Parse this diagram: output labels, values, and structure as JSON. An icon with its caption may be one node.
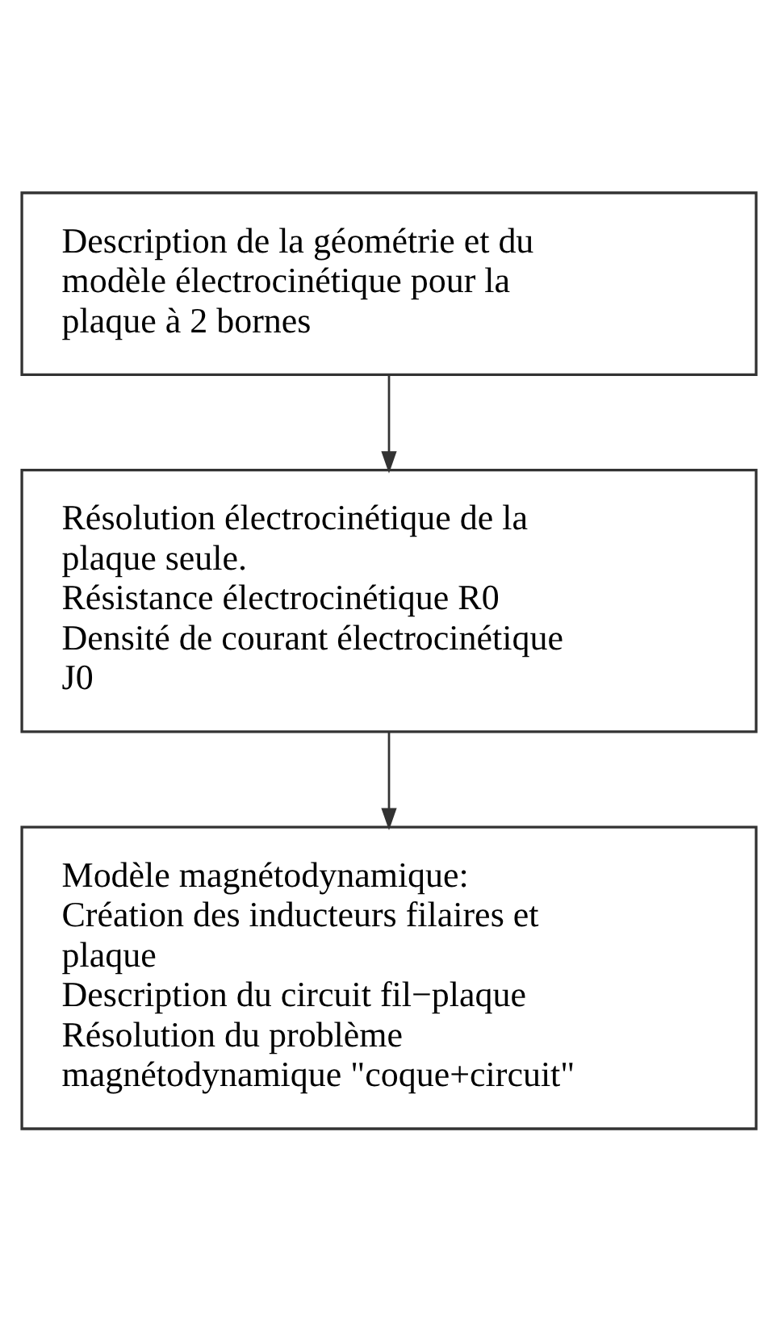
{
  "diagram": {
    "nodes": [
      {
        "text": [
          "Description de la géométrie et du modèle électrocinétique pour la plaque à 2 bornes"
        ]
      },
      {
        "text": [
          "Résolution électrocinétique de la plaque seule.",
          "Résistance électrocinétique R0",
          "Densité de courant électrocinétique J0"
        ]
      },
      {
        "text": [
          "Modèle magnétodynamique:",
          "Création des inducteurs filaires et plaque",
          "Description du circuit fil−plaque",
          "Résolution du problème magnétodynamique \"coque+circuit\""
        ]
      }
    ],
    "edges": [
      {
        "from": 0,
        "to": 1,
        "arrow": "to"
      },
      {
        "from": 1,
        "to": 2,
        "arrow": "to"
      }
    ]
  }
}
